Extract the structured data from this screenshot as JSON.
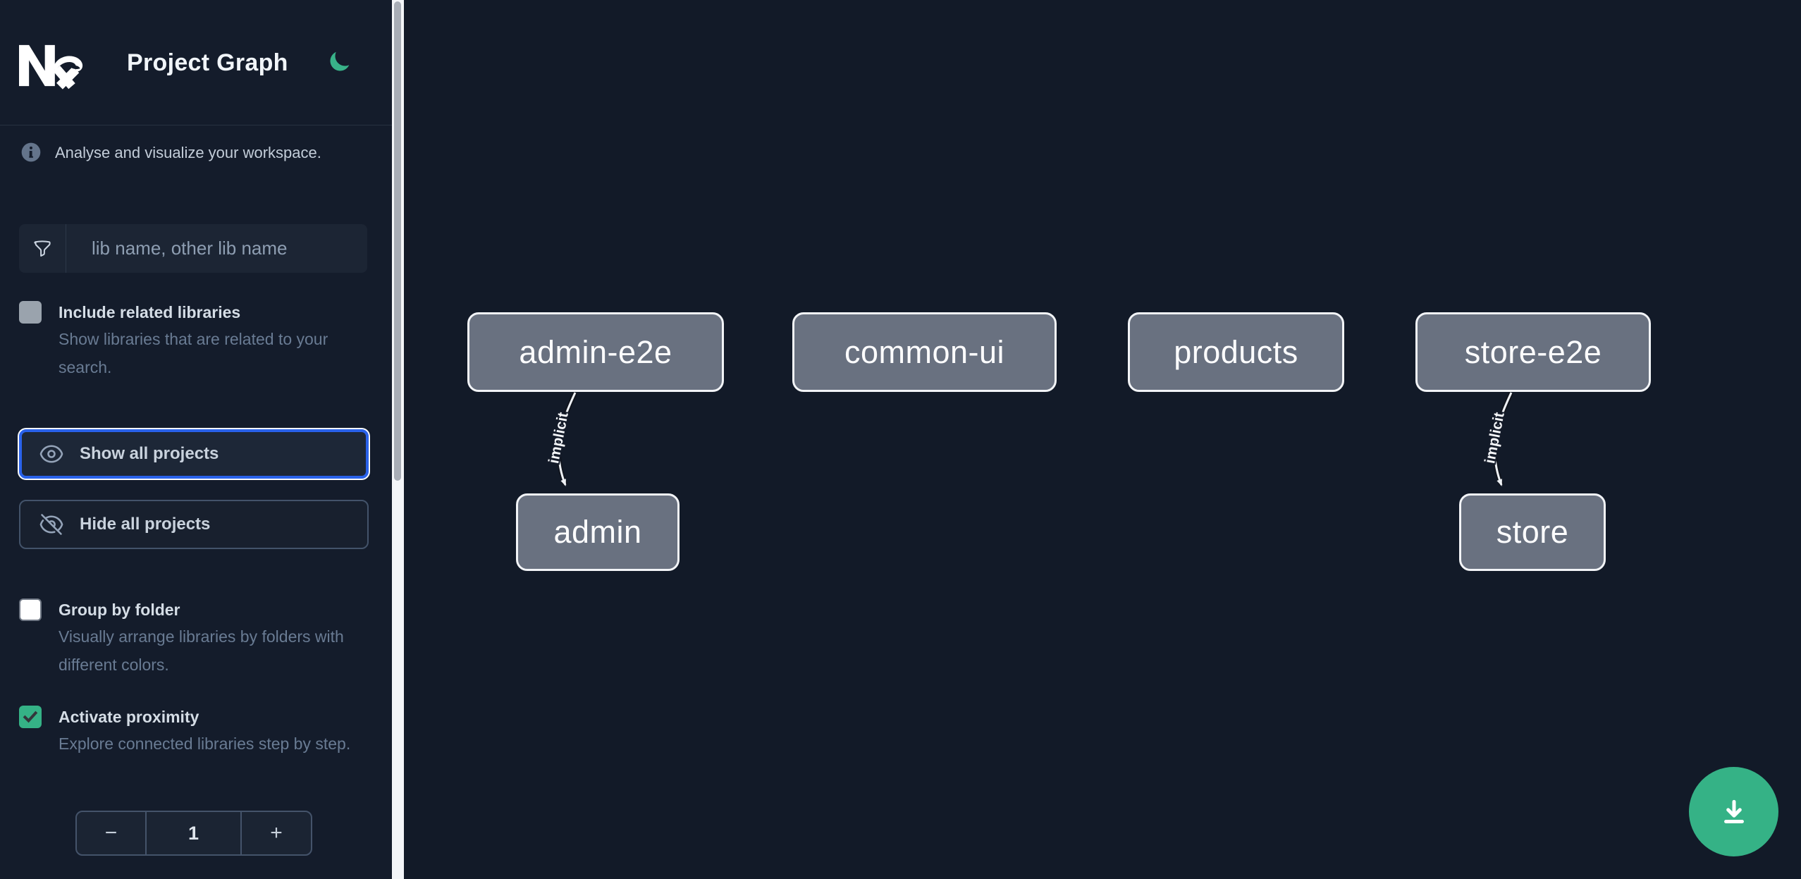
{
  "header": {
    "title": "Project Graph",
    "logo": "nx-logo",
    "theme_toggle": "moon-icon"
  },
  "sidebar": {
    "info": {
      "icon": "info-icon",
      "text": "Analyse and visualize your workspace."
    },
    "search": {
      "icon": "funnel-icon",
      "placeholder": "lib name, other lib name",
      "value": ""
    },
    "toggles": [
      {
        "label": "Include related libraries",
        "description": "Show libraries that are related to your search.",
        "checked": false,
        "disabled": true
      },
      {
        "label": "Group by folder",
        "description": "Visually arrange libraries by folders with different colors.",
        "checked": false,
        "disabled": false
      },
      {
        "label": "Activate proximity",
        "description": "Explore connected libraries step by step.",
        "checked": true,
        "disabled": false
      }
    ],
    "actions": [
      {
        "label": "Show all projects",
        "icon": "eye-icon",
        "focused": true
      },
      {
        "label": "Hide all projects",
        "icon": "eye-slash-icon",
        "focused": false
      }
    ],
    "proximity_stepper": {
      "decrement_label": "−",
      "value": "1",
      "increment_label": "+"
    }
  },
  "graph": {
    "nodes": [
      {
        "id": "admin-e2e",
        "label": "admin-e2e"
      },
      {
        "id": "common-ui",
        "label": "common-ui"
      },
      {
        "id": "products",
        "label": "products"
      },
      {
        "id": "store-e2e",
        "label": "store-e2e"
      },
      {
        "id": "admin",
        "label": "admin"
      },
      {
        "id": "store",
        "label": "store"
      }
    ],
    "edges": [
      {
        "source": "admin-e2e",
        "target": "admin",
        "label": "implicit",
        "type": "implicit"
      },
      {
        "source": "store-e2e",
        "target": "store",
        "label": "implicit",
        "type": "implicit"
      }
    ]
  },
  "fab": {
    "icon": "download-icon"
  },
  "colors": {
    "accent_green": "#35b286",
    "focus_blue": "#2a62ea",
    "node_fill": "#697180",
    "node_border": "#f2f4f7",
    "canvas_bg": "#121a28",
    "sidebar_bg": "#141c2b"
  }
}
